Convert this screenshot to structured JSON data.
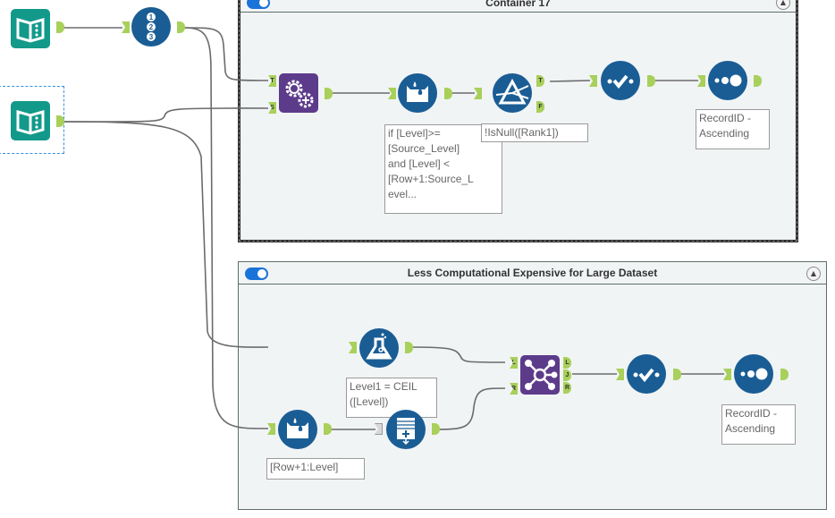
{
  "containers": [
    {
      "title": "Container 17",
      "enabled": true,
      "collapse_icon": "collapse-up-icon"
    },
    {
      "title": "Less Computational Expensive for Large Dataset",
      "enabled": true,
      "collapse_icon": "collapse-up-icon"
    }
  ],
  "tools": {
    "input1": {
      "type": "input-data",
      "icon": "book-icon"
    },
    "input2": {
      "type": "input-data",
      "icon": "book-icon",
      "selected": true
    },
    "sample": {
      "type": "sample",
      "icon": "numbered-list-icon"
    },
    "append": {
      "type": "append-fields",
      "icon": "gears-plus-icon",
      "anchors": [
        "T",
        "S"
      ]
    },
    "formula1": {
      "type": "formula",
      "icon": "bucket-drops-icon",
      "annotation": "if [Level]>=\n[Source_Level]\nand [Level] <\n[Row+1:Source_L\nevel..."
    },
    "filter": {
      "type": "filter",
      "icon": "prism-icon",
      "annotation": "!IsNull([Rank1])",
      "anchors": [
        "T",
        "F"
      ]
    },
    "select1": {
      "type": "select",
      "icon": "checkmark-dots-icon"
    },
    "recordid1": {
      "type": "record-id",
      "icon": "dots-icon",
      "annotation": "RecordID -\nAscending"
    },
    "formula2": {
      "type": "formula",
      "icon": "flask-icon",
      "annotation": "Level1 = CEIL\n([Level])"
    },
    "multirow": {
      "type": "multi-row-formula",
      "icon": "bucket-drops-icon",
      "annotation": "[Row+1:Level]"
    },
    "generate": {
      "type": "generate-rows",
      "icon": "table-plus-icon"
    },
    "join": {
      "type": "join",
      "icon": "network-icon",
      "in_anchors": [
        "L",
        "R"
      ],
      "out_anchors": [
        "L",
        "J",
        "R"
      ]
    },
    "select2": {
      "type": "select",
      "icon": "checkmark-dots-icon"
    },
    "recordid2": {
      "type": "record-id",
      "icon": "dots-icon",
      "annotation": "RecordID -\nAscending"
    }
  },
  "colors": {
    "tool_blue": "#1a5d95",
    "tool_teal": "#12998a",
    "tool_purple": "#5d3b8b",
    "anchor_green": "#a8d05a",
    "toggle_blue": "#1a73d9"
  }
}
